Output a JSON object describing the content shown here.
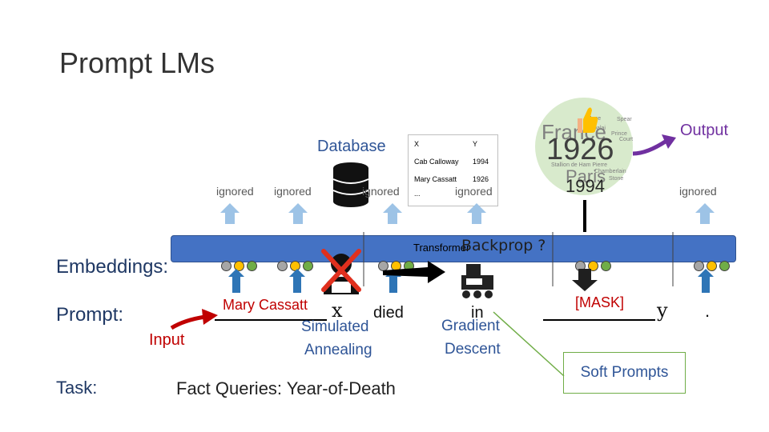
{
  "title": "Prompt LMs",
  "labels": {
    "embeddings": "Embeddings:",
    "prompt": "Prompt:",
    "task": "Task:",
    "input": "Input",
    "database": "Database",
    "output": "Output",
    "transformer": "Transformer",
    "backprop": "Backprop ?",
    "simulated_annealing_1": "Simulated",
    "simulated_annealing_2": "Annealing",
    "gradient_descent_1": "Gradient",
    "gradient_descent_2": "Descent",
    "soft_prompts": "Soft Prompts",
    "task_text": "Fact Queries: Year-of-Death"
  },
  "ignored": [
    "ignored",
    "ignored",
    "ignored",
    "ignored",
    "ignored"
  ],
  "prompt_tokens": {
    "subject": "Mary Cassatt",
    "x": "x",
    "died": "died",
    "in": "in",
    "mask": "[MASK]",
    "y": "y",
    "period": "."
  },
  "table": {
    "header": [
      "X",
      "Y"
    ],
    "rows": [
      [
        "Cab Calloway",
        "1994"
      ],
      [
        "Mary Cassatt",
        "1926"
      ]
    ],
    "more": "..."
  },
  "output_words": {
    "top_left": "France",
    "main": "1926",
    "bottom": "Paris",
    "overlay": "1994",
    "small_1": "June",
    "small_2": "Spear",
    "small_3": "Dalai",
    "small_4": "Prince",
    "small_5": "Court",
    "small_6": "Stallion de Ham Pierre",
    "small_7": "Chamberlain",
    "small_8": "Stone"
  },
  "colors": {
    "bar": "#4472c4",
    "arrow": "#9dc3e6",
    "purple": "#7030a0",
    "green_border": "#70ad47",
    "dark_red": "#c00000",
    "dot_gray": "#a6a6a6",
    "dot_orange": "#ffc000",
    "dot_green": "#70ad47"
  }
}
